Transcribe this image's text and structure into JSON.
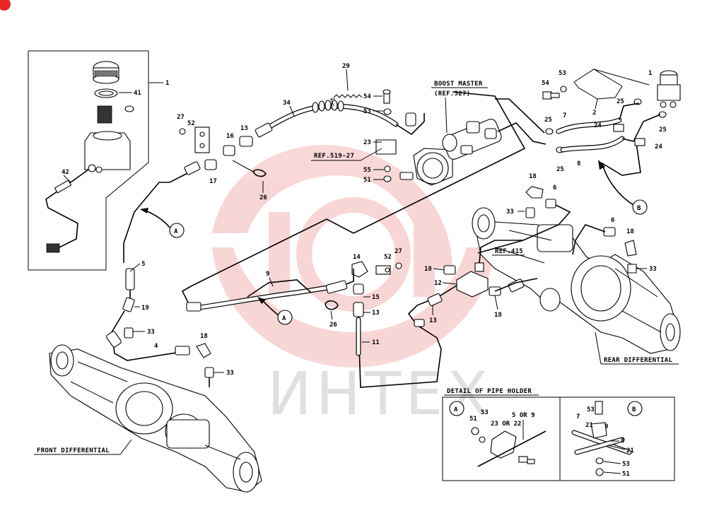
{
  "watermark": {
    "text": "ИНТЕХ",
    "color": "#c0c0c0",
    "logo_color": "#e03a3a"
  },
  "brand_dot_color": "#e8262a",
  "captions": {
    "boost_master": "BOOST MASTER",
    "boost_master_ref": "(REF.527)",
    "ref_519": "REF.519-27",
    "ref_415": "REF.415",
    "rear_diff": "REAR DIFFERENTIAL",
    "front_diff": "FRONT DIFFERENTIAL",
    "detail_title": "DETAIL OF PIPE HOLDER"
  },
  "callouts": {
    "a_main": "A",
    "a_lower": "A",
    "b_main": "B",
    "a_detail": "A",
    "b_detail": "B"
  },
  "part_numbers": {
    "p1_left": "1",
    "p41": "41",
    "p42": "42",
    "p27a": "27",
    "p52a": "52",
    "p16": "16",
    "p13a": "13",
    "p17": "17",
    "p26a": "26",
    "p34": "34",
    "p29": "29",
    "p54a": "54",
    "p53a": "53",
    "p23": "23",
    "p55": "55",
    "p51": "51",
    "p54b": "54",
    "p53b": "53",
    "p2": "2",
    "p1_right": "1",
    "p25a": "25",
    "p25b": "25",
    "p25c": "25",
    "p25d": "25",
    "p7": "7",
    "p24a": "24",
    "p24b": "24",
    "p8": "8",
    "p18a": "18",
    "p6a": "6",
    "p33a": "33",
    "p6b": "6",
    "p18b": "18",
    "p33b": "33",
    "p18c": "18",
    "p12": "12",
    "p18d": "18",
    "p14": "14",
    "p52b": "52",
    "p27b": "27",
    "p15": "15",
    "p13b": "13",
    "p26b": "26",
    "p11": "11",
    "p13c": "13",
    "p9": "9",
    "p5": "5",
    "p19": "19",
    "p33c": "33",
    "p4": "4",
    "p18e": "18",
    "p33d": "33",
    "d_a_51": "51",
    "d_a_53": "53",
    "d_a_23or22": "23 OR 22",
    "d_a_5or9": "5 OR 9",
    "d_b_53": "53",
    "d_b_7": "7",
    "d_b_21a": "21",
    "d_b_9": "9",
    "d_b_8": "8",
    "d_b_21b": "21",
    "d_b_53b": "53",
    "d_b_51": "51"
  }
}
